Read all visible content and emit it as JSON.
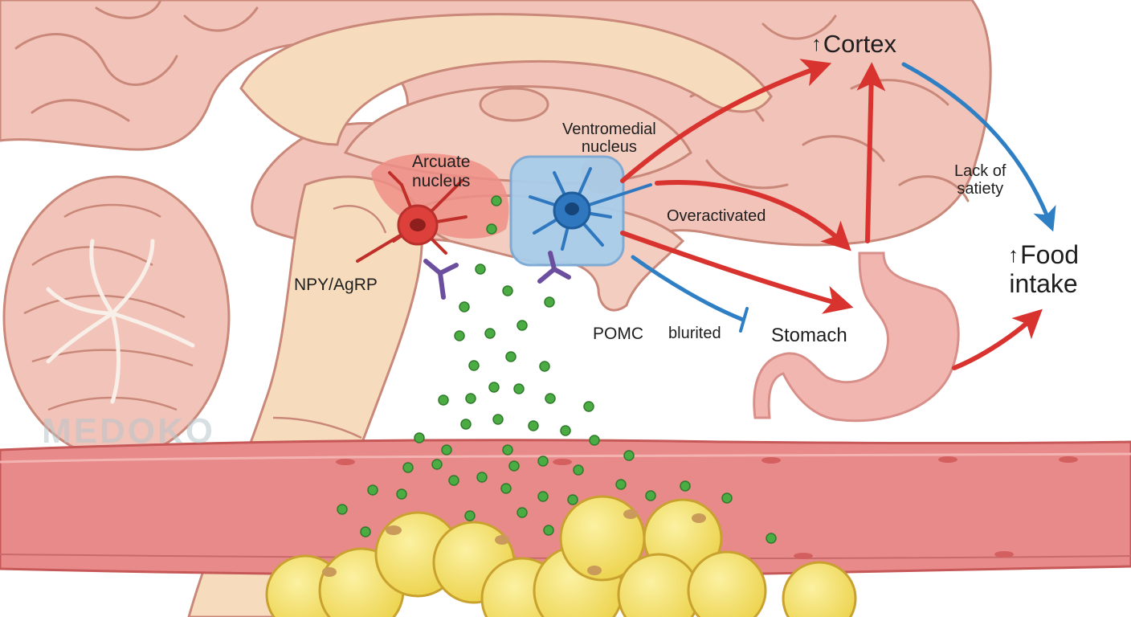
{
  "labels": {
    "cortex": "Cortex",
    "ventromedial": [
      "Ventromedial",
      "nucleus"
    ],
    "arcuate": [
      "Arcuate",
      "nucleus"
    ],
    "lack_of_satiety": [
      "Lack of",
      "satiety"
    ],
    "overactivated": "Overactivated",
    "npy_agrp": "NPY/AgRP",
    "food_intake": [
      "Food",
      "intake"
    ],
    "pomc": "POMC",
    "blurited": "blurited",
    "stomach": "Stomach"
  },
  "watermark": "MEDOKO",
  "colors": {
    "brain": "#f2c3b8",
    "brain_outline": "#c98879",
    "brainstem": "#f6dcbc",
    "arcuate_neuron": "#dd3f3a",
    "arcuate_region": "#ee8f86",
    "ventromedial_neuron": "#2f78c0",
    "ventromedial_region": "#a9cdea",
    "receptor": "#6b4f9e",
    "leptin_dots": "#4cac44",
    "vessel": "#e98a8a",
    "fat_cells": "#f5e062",
    "stomach": "#f2b6b1",
    "red_arrow": "#d8332f",
    "blue_arrow": "#2f7fc4"
  }
}
